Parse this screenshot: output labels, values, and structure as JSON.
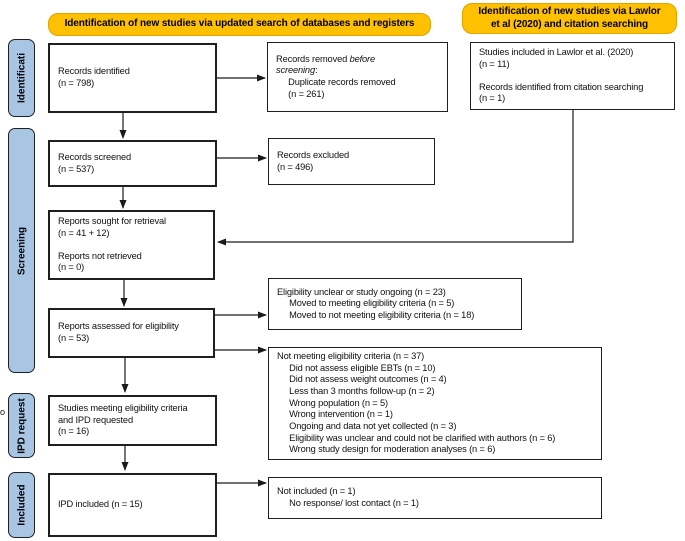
{
  "banners": {
    "updated_search": "Identification of new studies via updated search of databases and registers",
    "lawlor_citation": "Identification of new studies via Lawlor\net al (2020) and citation searching"
  },
  "sidebar": {
    "identification": "Identificati",
    "screening": "Screening",
    "ipd_request": "IPD request",
    "included": "Included",
    "stray_char": "o"
  },
  "boxes": {
    "records_identified": "Records identified\n(n = 798)",
    "records_removed": {
      "normal1": "Records removed ",
      "italic": "before\nscreening",
      "normal2": ":",
      "details": "\n     Duplicate records removed\n     (n = 261)"
    },
    "records_screened": "Records screened\n(n = 537)",
    "records_excluded": "Records excluded\n(n = 496)",
    "reports_sought": "Reports sought for retrieval\n(n = 41 + 12)\n\nReports not retrieved\n(n = 0)",
    "lawlor_studies": "Studies included in Lawlor et al. (2020)\n(n = 11)\n\nRecords identified from citation searching\n(n = 1)",
    "eligibility_unclear": "Eligibility unclear or study ongoing (n = 23)\n     Moved to meeting eligibility criteria (n = 5)\n     Moved to not meeting eligibility criteria (n = 18)",
    "reports_assessed": "Reports assessed for eligibility\n(n = 53)",
    "not_meeting": "Not meeting eligibility criteria (n = 37)\n     Did not assess eligible EBTs (n = 10)\n     Did not assess weight outcomes (n = 4)\n     Less than 3 months follow-up (n = 2)\n     Wrong population (n = 5)\n     Wrong intervention (n = 1)\n     Ongoing and data not yet collected (n = 3)\n     Eligibility was unclear and could not be clarified with authors (n = 6)\n     Wrong study design for moderation analyses (n = 6)",
    "studies_meeting": "Studies meeting eligibility criteria\nand IPD requested\n(n = 16)",
    "ipd_included": "IPD included (n = 15)",
    "not_included": "Not included (n = 1)\n     No response/ lost contact (n = 1)"
  },
  "colors": {
    "banner_fill": "#FFC000",
    "banner_border": "#DFA400",
    "side_label_fill": "#A8C6E4",
    "box_border": "#1F1F1F",
    "arrow": "#1A1A1A"
  }
}
